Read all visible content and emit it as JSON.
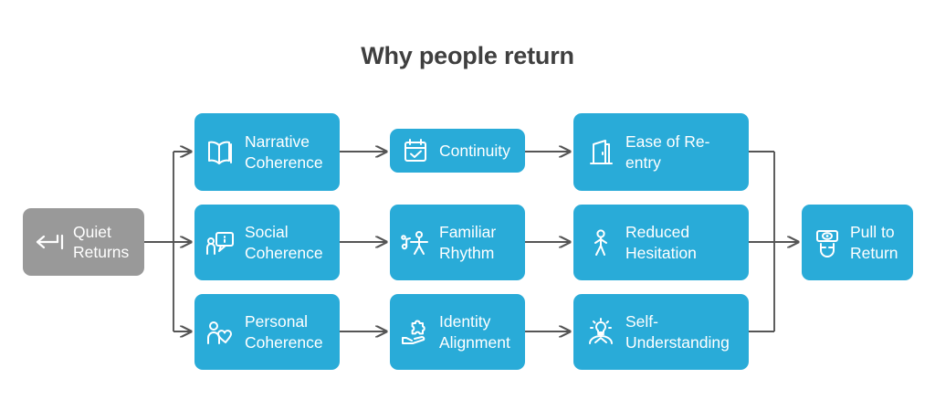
{
  "title": "Why people return",
  "colors": {
    "blue": "#29abd8",
    "gray": "#999999",
    "edge": "#555555",
    "title_text": "#3f3f3f",
    "node_text": "#ffffff",
    "background": "#ffffff"
  },
  "nodes": {
    "start": {
      "label": "Quiet\nReturns",
      "icon": "return-arrow-icon",
      "color": "gray"
    },
    "col1": [
      {
        "label": "Narrative\nCoherence",
        "icon": "open-book-icon",
        "color": "blue"
      },
      {
        "label": "Social\nCoherence",
        "icon": "person-speech-bubble-icon",
        "color": "blue"
      },
      {
        "label": "Personal\nCoherence",
        "icon": "person-heart-icon",
        "color": "blue"
      }
    ],
    "col2": [
      {
        "label": "Continuity",
        "icon": "calendar-check-icon",
        "color": "blue"
      },
      {
        "label": "Familiar\nRhythm",
        "icon": "dancing-person-music-icon",
        "color": "blue"
      },
      {
        "label": "Identity\nAlignment",
        "icon": "hand-puzzle-piece-icon",
        "color": "blue"
      }
    ],
    "col3": [
      {
        "label": "Ease of Re-\nentry",
        "icon": "open-door-icon",
        "color": "blue"
      },
      {
        "label": "Reduced\nHesitation",
        "icon": "walking-person-icon",
        "color": "blue"
      },
      {
        "label": "Self-\nUnderstanding",
        "icon": "person-lightbulb-icon",
        "color": "blue"
      }
    ],
    "end": {
      "label": "Pull to\nReturn",
      "icon": "magnet-eye-icon",
      "color": "blue"
    }
  },
  "flow": {
    "branches_from": "Quiet Returns",
    "merges_into": "Pull to Return",
    "rows": [
      [
        "Narrative Coherence",
        "Continuity",
        "Ease of Re-entry"
      ],
      [
        "Social Coherence",
        "Familiar Rhythm",
        "Reduced Hesitation"
      ],
      [
        "Personal Coherence",
        "Identity Alignment",
        "Self-Understanding"
      ]
    ]
  }
}
